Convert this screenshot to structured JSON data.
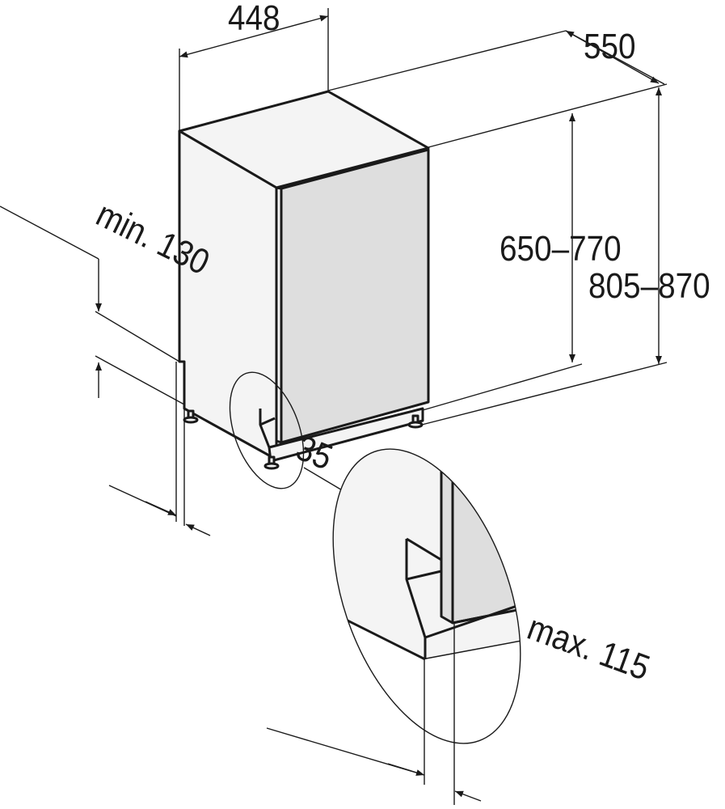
{
  "labels": {
    "width": "448",
    "depth": "550",
    "niche_height_door": "650–770",
    "niche_height": "805–870",
    "min_plinth": "min. 130",
    "plinth_depth": "35",
    "max_plinth_offset": "max. 115"
  },
  "colors": {
    "line": "#1a1a1a",
    "cabinet_face": "#f4f4f4",
    "door_face": "#dedede"
  }
}
